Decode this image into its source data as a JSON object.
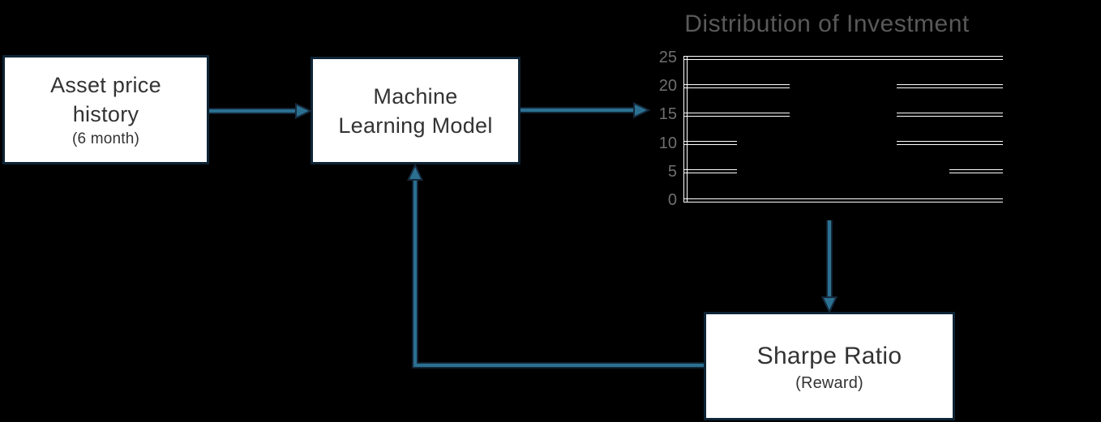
{
  "colors": {
    "bg": "#000000",
    "box_border": "#0e2435",
    "box_fill": "#ffffff",
    "box_text": "#333333",
    "arrow_teal": "#2b7091",
    "arrow_navy": "#15293c",
    "grid": "#ffffff",
    "title_gray": "#595959",
    "tick_gray": "#6f6f6f"
  },
  "nodes": {
    "asset": {
      "line1": "Asset price",
      "line2": "history",
      "sub": "(6 month)"
    },
    "model": {
      "line1": "Machine",
      "line2": "Learning Model"
    },
    "sharpe": {
      "line1": "Sharpe Ratio",
      "sub": "(Reward)"
    }
  },
  "chart_data": {
    "type": "bar",
    "title": "Distribution of Investment",
    "xlabel": "",
    "ylabel": "",
    "ylim": [
      0,
      25
    ],
    "y_ticks": [
      0,
      5,
      10,
      15,
      20,
      25
    ],
    "x_tick_labels_visible": false,
    "grid": "horizontal white gridlines, left spine, no right spine",
    "legend": false,
    "n_bins": 6,
    "values": [
      0,
      13,
      22,
      21,
      7,
      0
    ],
    "bar_color": "#000000",
    "gridline_color": "#ffffff"
  }
}
